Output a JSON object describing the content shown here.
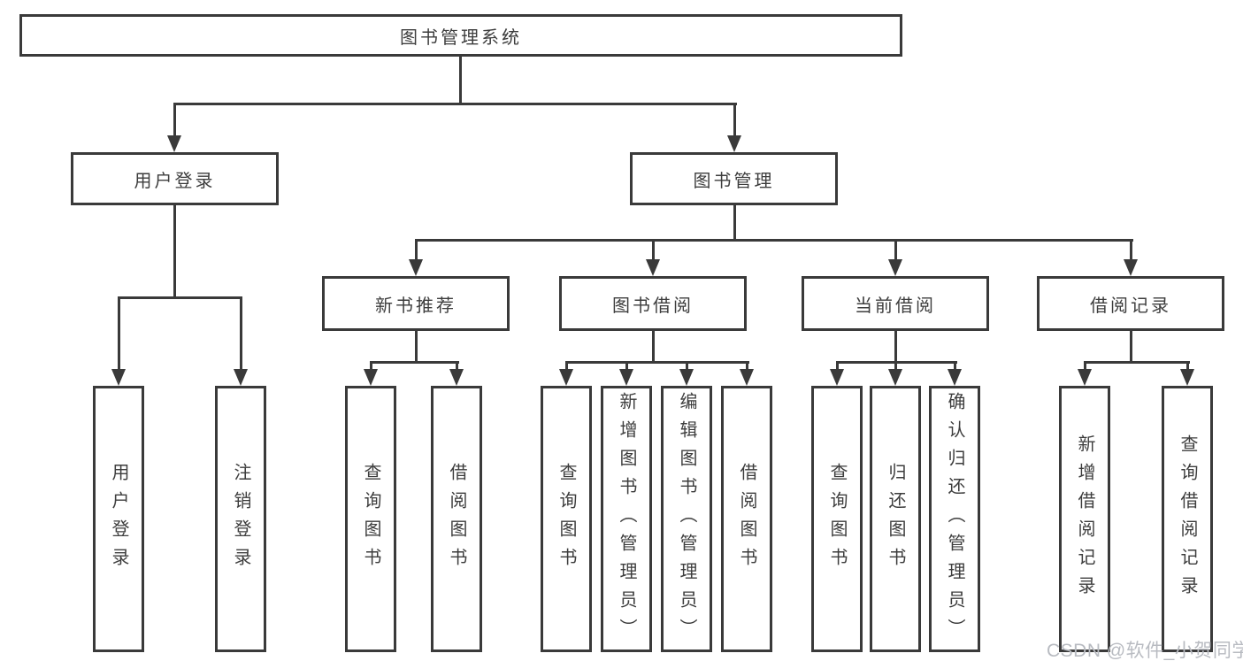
{
  "colors": {
    "line": "#3a3a3a",
    "text": "#3d3d3d",
    "watermark_gray": "#b8bbc1",
    "background": "#ffffff"
  },
  "watermark": {
    "text": "CSDN @软件_小贺同学"
  },
  "chart_type": "hierarchy-diagram",
  "tree": {
    "label": "图书管理系统",
    "children": [
      {
        "label": "用户登录",
        "children": [
          {
            "label": "用户登录"
          },
          {
            "label": "注销登录"
          }
        ]
      },
      {
        "label": "图书管理",
        "children": [
          {
            "label": "新书推荐",
            "children": [
              {
                "label": "查询图书"
              },
              {
                "label": "借阅图书"
              }
            ]
          },
          {
            "label": "图书借阅",
            "children": [
              {
                "label": "查询图书"
              },
              {
                "label": "新增图书（管理员）"
              },
              {
                "label": "编辑图书（管理员）"
              },
              {
                "label": "借阅图书"
              }
            ]
          },
          {
            "label": "当前借阅",
            "children": [
              {
                "label": "查询图书"
              },
              {
                "label": "归还图书"
              },
              {
                "label": "确认归还（管理员）"
              }
            ]
          },
          {
            "label": "借阅记录",
            "children": [
              {
                "label": "新增借阅记录"
              },
              {
                "label": "查询借阅记录"
              }
            ]
          }
        ]
      }
    ]
  }
}
